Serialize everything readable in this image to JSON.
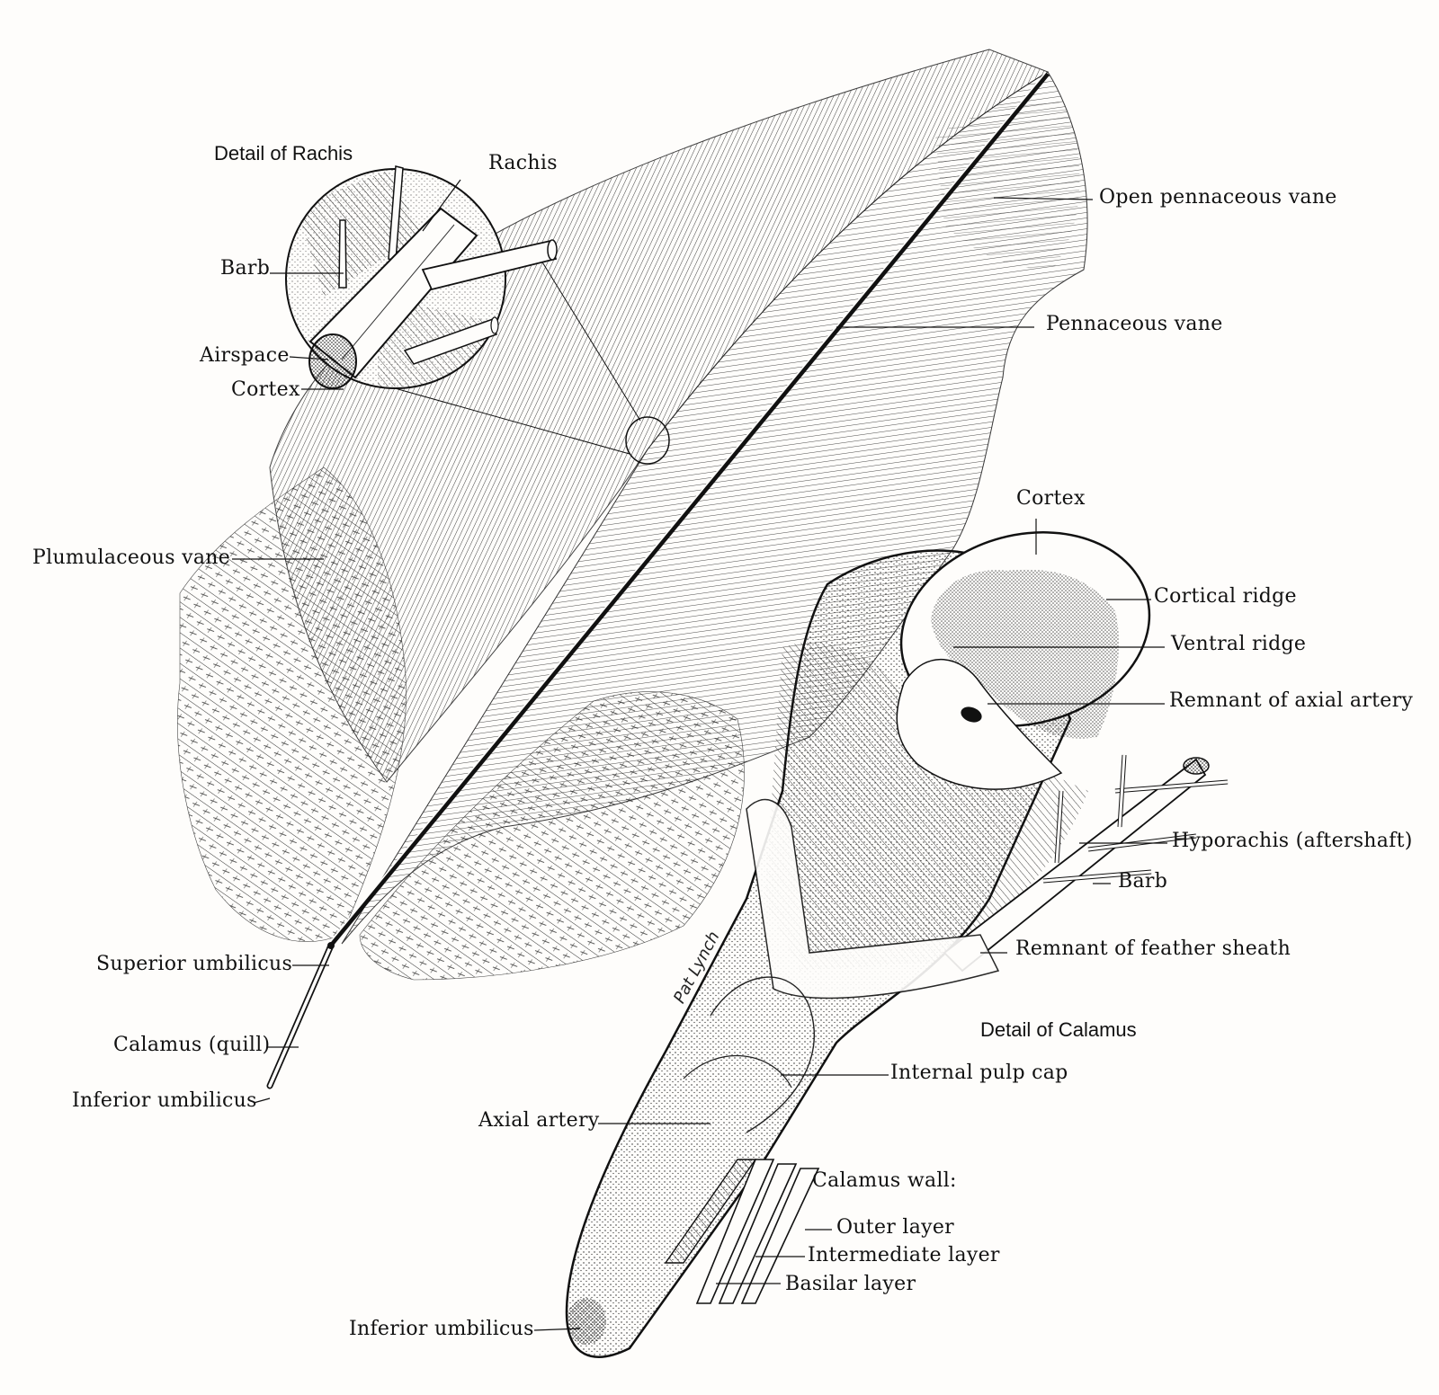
{
  "figure": {
    "subject": "Feather anatomy",
    "background_color": "#fefdfb",
    "ink_color": "#111111",
    "artist_signature": "Pat Lynch"
  },
  "insets": {
    "rachis_detail": {
      "title": "Detail of Rachis",
      "labels": {
        "rachis": "Rachis",
        "barb": "Barb",
        "airspace": "Airspace",
        "cortex": "Cortex"
      }
    },
    "calamus_detail": {
      "title": "Detail of Calamus",
      "labels": {
        "cortex": "Cortex",
        "cortical_ridge": "Cortical ridge",
        "ventral_ridge": "Ventral ridge",
        "remnant_axial_artery": "Remnant of axial artery",
        "hyporachis": "Hyporachis (aftershaft)",
        "barb": "Barb",
        "remnant_sheath": "Remnant of feather sheath",
        "internal_pulp_cap": "Internal pulp cap",
        "axial_artery": "Axial artery",
        "calamus_wall": "Calamus wall:",
        "outer_layer": "Outer layer",
        "intermediate_layer": "Intermediate layer",
        "basilar_layer": "Basilar layer",
        "inferior_umbilicus": "Inferior umbilicus"
      }
    }
  },
  "main_feather": {
    "labels": {
      "open_pennaceous_vane": "Open pennaceous vane",
      "pennaceous_vane": "Pennaceous vane",
      "plumulaceous_vane": "Plumulaceous vane",
      "superior_umbilicus": "Superior umbilicus",
      "calamus_quill": "Calamus (quill)",
      "inferior_umbilicus": "Inferior umbilicus"
    }
  }
}
